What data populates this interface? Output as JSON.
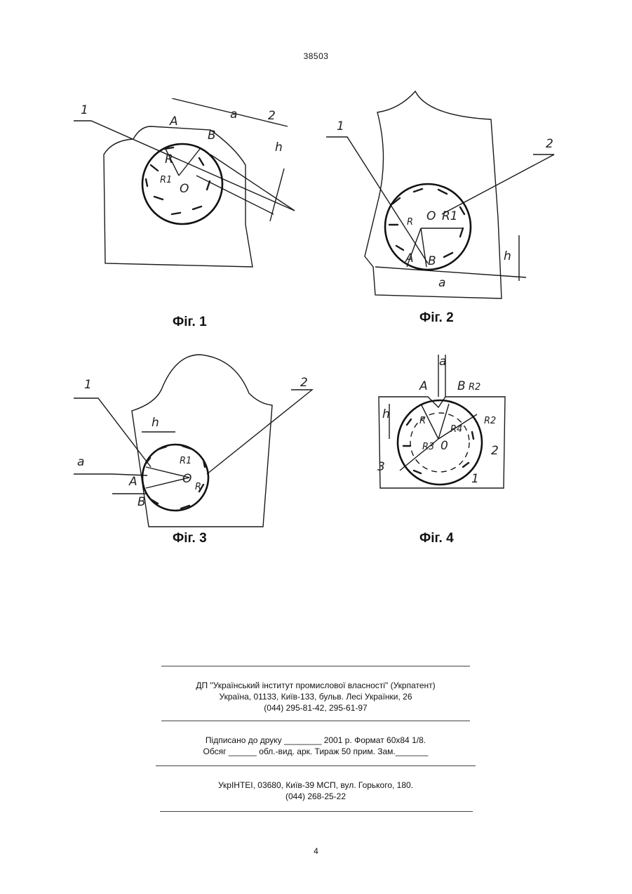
{
  "header": {
    "patent_number": "38503"
  },
  "figures": [
    {
      "caption": "Фіг. 1",
      "labels": [
        "1",
        "2",
        "A",
        "B",
        "a",
        "h",
        "R",
        "R1",
        "O"
      ]
    },
    {
      "caption": "Фіг. 2",
      "labels": [
        "1",
        "2",
        "R",
        "O",
        "R1",
        "A",
        "B",
        "h",
        "a"
      ]
    },
    {
      "caption": "Фіг. 3",
      "labels": [
        "1",
        "2",
        "h",
        "a",
        "A",
        "B",
        "R1",
        "O",
        "R"
      ]
    },
    {
      "caption": "Фіг. 4",
      "labels": [
        "a",
        "A",
        "B",
        "R2",
        "R2",
        "h",
        "R",
        "R4",
        "R3",
        "0",
        "2",
        "3",
        "1"
      ]
    }
  ],
  "imprint": {
    "publisher_line1": "ДП \"Український інститут промислової власності\" (Укрпатент)",
    "publisher_line2": "Україна, 01133, Київ-133, бульв. Лесі Українки, 26",
    "publisher_line3": "(044) 295-81-42, 295-61-97",
    "signed_line1": "Підписано до друку ________ 2001 р.    Формат 60х84 1/8.",
    "signed_line2": "Обсяг ______ обл.-вид. арк.   Тираж 50 прим.    Зам._______",
    "printer_line1": "УкрІНТЕІ, 03680, Київ-39 МСП, вул. Горького, 180.",
    "printer_line2": "(044) 268-25-22"
  },
  "footer": {
    "page_number": "4"
  }
}
